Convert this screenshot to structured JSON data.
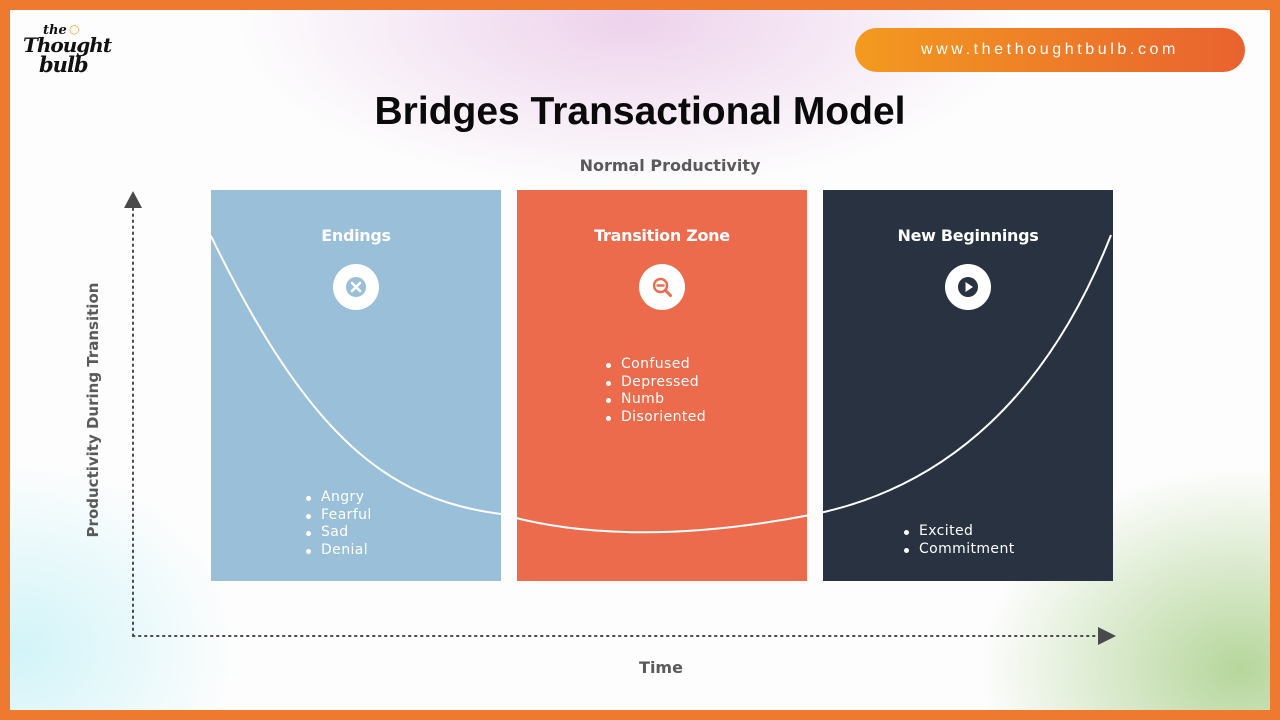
{
  "brand": {
    "logo_text": [
      "the",
      "Thought",
      "bulb"
    ],
    "url": "www.thethoughtbulb.com",
    "accent_start": "#f39a1f",
    "accent_end": "#e9622f"
  },
  "title": "Bridges Transactional Model",
  "axes": {
    "top_label": "Normal Productivity",
    "y_label": "Productivity During Transition",
    "x_label": "Time"
  },
  "phases": [
    {
      "title": "Endings",
      "icon": "close-circle-icon",
      "color": "#9abfd8",
      "items": [
        "Angry",
        "Fearful",
        "Sad",
        "Denial"
      ]
    },
    {
      "title": "Transition Zone",
      "icon": "zoom-out-icon",
      "color": "#ec6b4d",
      "items": [
        "Confused",
        "Depressed",
        "Numb",
        "Disoriented"
      ]
    },
    {
      "title": "New Beginnings",
      "icon": "play-icon",
      "color": "#283241",
      "items": [
        "Excited",
        "Commitment"
      ]
    }
  ]
}
